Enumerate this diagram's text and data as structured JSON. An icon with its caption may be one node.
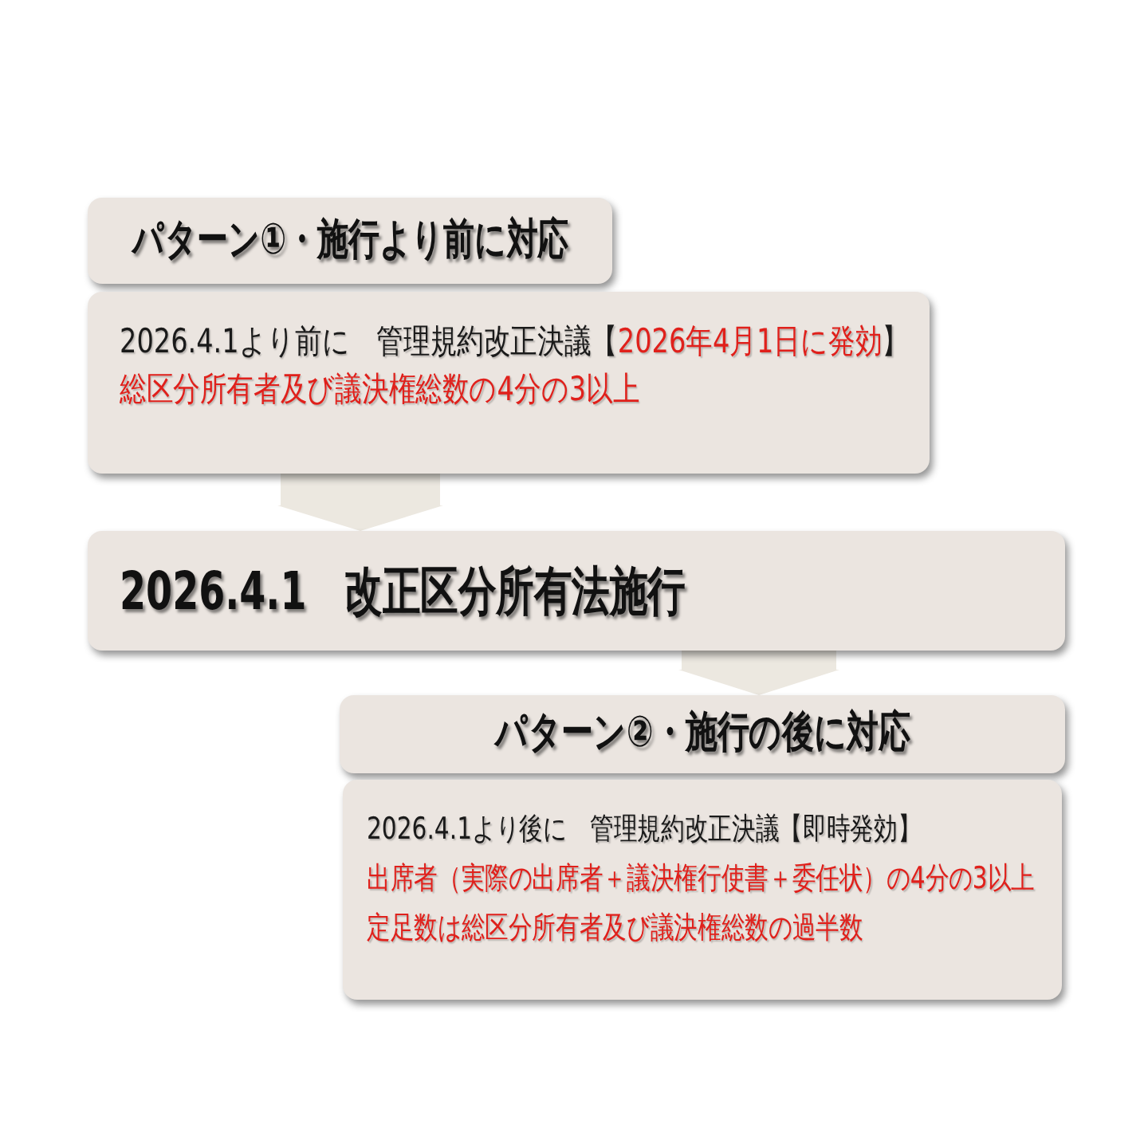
{
  "diagram": {
    "nodes": [
      {
        "text": [
          "パターン①・施行より前に対応"
        ]
      },
      {
        "text": [
          "2026.4.1より前に　管理規約改正決議【2026年4月1日に発効】",
          "総区分所有者及び議決権総数の4分の3以上"
        ]
      },
      {
        "text": [
          "2026.4.1　改正区分所有法施行"
        ]
      },
      {
        "text": [
          "パターン②・施行の後に対応"
        ]
      },
      {
        "text": [
          "2026.4.1より後に　管理規約改正決議【即時発効】",
          "出席者（実際の出席者＋議決権行使書＋委任状）の4分の3以上",
          "定足数は総区分所有者及び議決権総数の過半数"
        ]
      }
    ],
    "edges": [
      {
        "from": 1,
        "to": 2,
        "arrow": "to"
      },
      {
        "from": 2,
        "to": 3,
        "arrow": "to"
      }
    ]
  }
}
